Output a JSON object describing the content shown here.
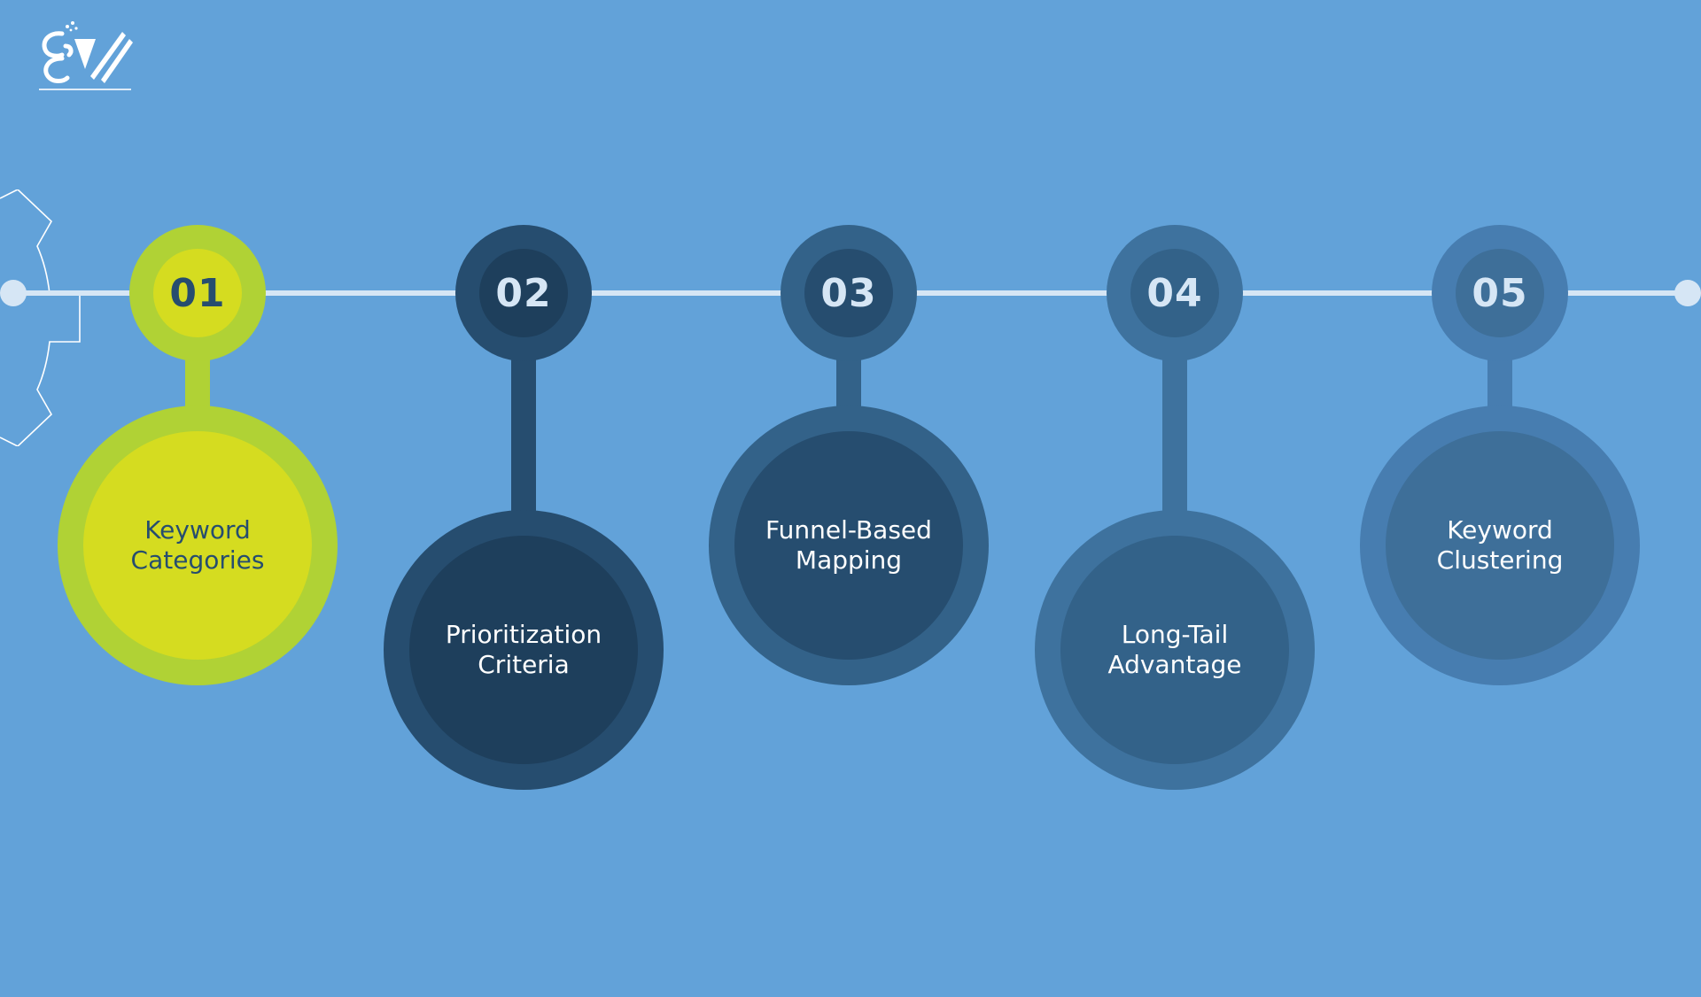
{
  "colors": {
    "background": "#62a2d9",
    "timeline": "#d6e6f5",
    "step1_outer": "#b0d235",
    "step1_inner": "#d5dc20",
    "step2_outer": "#264d6f",
    "step2_inner": "#1e3f5c",
    "step3_outer": "#336289",
    "step3_inner": "#264d6f",
    "step4_outer": "#3e729e",
    "step4_inner": "#336289",
    "step5_outer": "#477db0",
    "step5_inner": "#3e6f99"
  },
  "logo": {
    "icon": "brand-logo-icon"
  },
  "steps": [
    {
      "number": "01",
      "label": "Keyword\nCategories"
    },
    {
      "number": "02",
      "label": "Prioritization\nCriteria"
    },
    {
      "number": "03",
      "label": "Funnel-Based\nMapping"
    },
    {
      "number": "04",
      "label": "Long-Tail\nAdvantage"
    },
    {
      "number": "05",
      "label": "Keyword\nClustering"
    }
  ]
}
